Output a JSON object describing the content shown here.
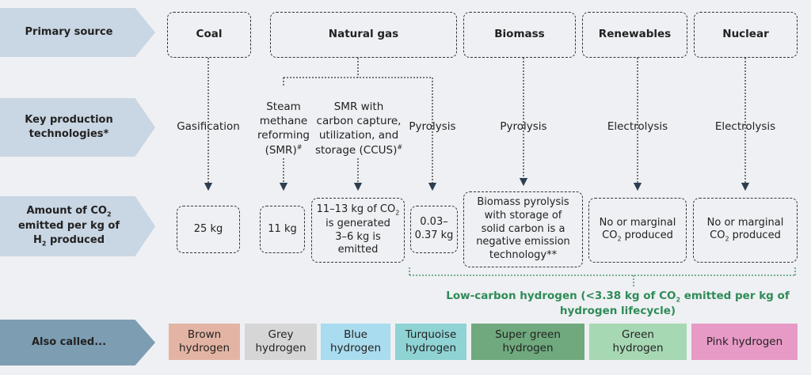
{
  "rows": {
    "primary": "Primary source",
    "tech": "Key production\ntechnologies*",
    "co2_line1": "Amount of CO",
    "co2_sub": "2",
    "co2_line2": "emitted per kg of",
    "co2_line3_a": "H",
    "co2_line3_sub": "2",
    "co2_line3_b": " produced",
    "also": "Also called..."
  },
  "sources": {
    "coal": "Coal",
    "natural_gas": "Natural gas",
    "biomass": "Biomass",
    "renewables": "Renewables",
    "nuclear": "Nuclear"
  },
  "technologies": {
    "gasification": "Gasification",
    "smr": "Steam\nmethane\nreforming\n(SMR)",
    "smr_mark": "#",
    "smr_ccus": "SMR with\ncarbon capture,\nutilization, and\nstorage (CCUS)",
    "smr_ccus_mark": "#",
    "pyrolysis_gas": "Pyrolysis",
    "pyrolysis_biomass": "Pyrolysis",
    "electrolysis_renewables": "Electrolysis",
    "electrolysis_nuclear": "Electrolysis"
  },
  "emissions": {
    "coal": "25 kg",
    "smr": "11 kg",
    "ccus_a": "11–13 kg of CO",
    "ccus_sub": "2",
    "ccus_b": "is generated\n3–6 kg is\nemitted",
    "pyrolysis": "0.03–\n0.37 kg",
    "biomass": "Biomass pyrolysis\nwith storage of\nsolid carbon is a\nnegative emission\ntechnology**",
    "renew_a": "No or marginal",
    "renew_b": "CO",
    "renew_sub": "2",
    "renew_c": " produced",
    "nuclear_a": "No or marginal",
    "nuclear_b": "CO",
    "nuclear_sub": "2",
    "nuclear_c": " produced"
  },
  "low_carbon": {
    "a": "Low-carbon hydrogen (<3.38 kg of CO",
    "sub": "2",
    "b": " emitted per kg of",
    "c": "hydrogen lifecycle)"
  },
  "names": {
    "brown": "Brown\nhydrogen",
    "grey": "Grey\nhydrogen",
    "blue": "Blue\nhydrogen",
    "turquoise": "Turquoise\nhydrogen",
    "super_green": "Super green\nhydrogen",
    "green": "Green\nhydrogen",
    "pink": "Pink hydrogen"
  },
  "colors": {
    "brown": "#e3b4a3",
    "grey": "#d6d6d6",
    "blue": "#a9dcee",
    "turquoise": "#8fd3d4",
    "super_green": "#6fa97d",
    "green": "#a7d8b4",
    "pink": "#e79ac6",
    "low_carbon": "#2e8b57",
    "row_label": "#c9d6e3",
    "row_label_dark": "#7d9db3"
  }
}
